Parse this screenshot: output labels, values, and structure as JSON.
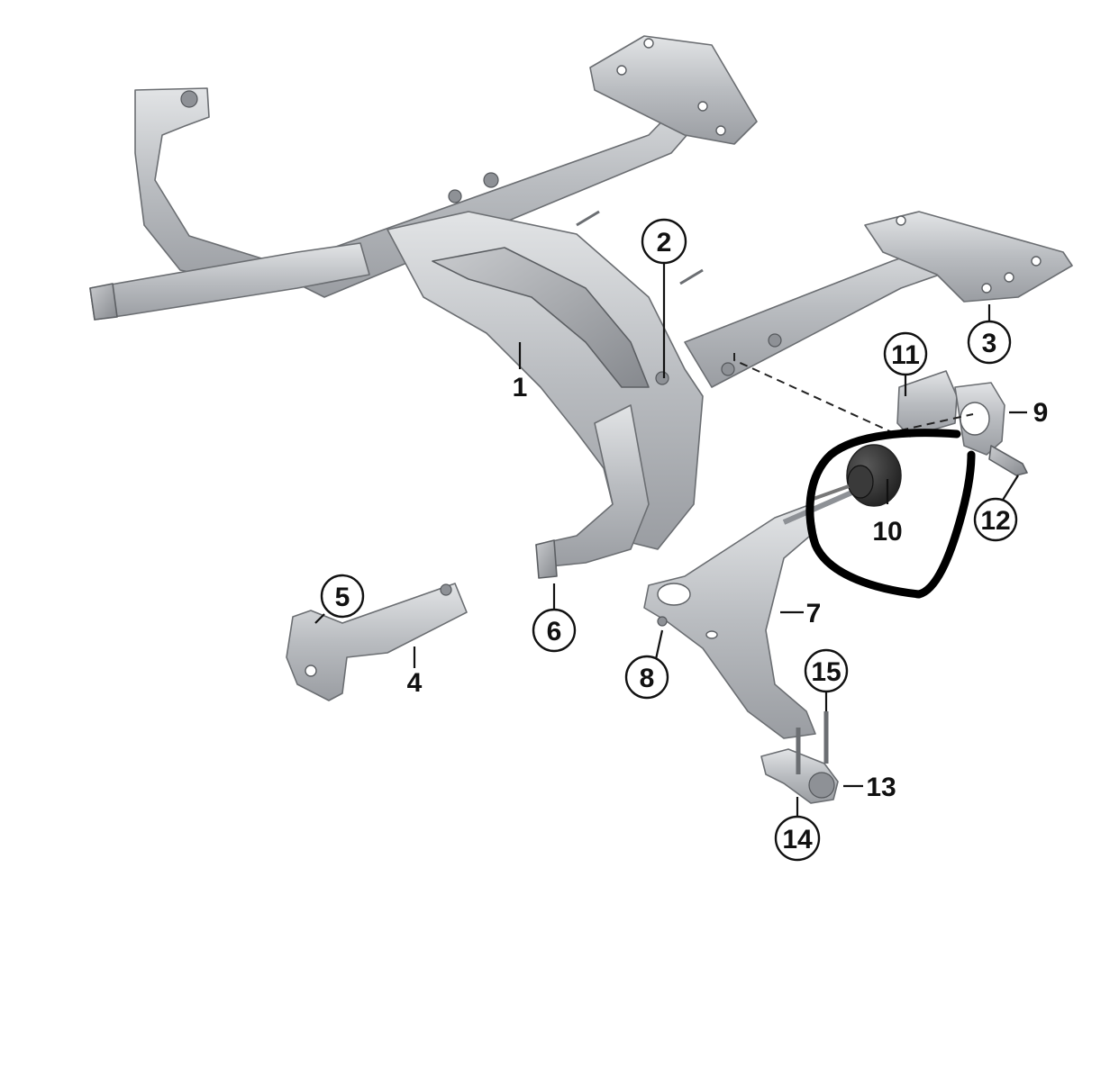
{
  "diagram": {
    "callouts": [
      {
        "id": "1",
        "label": "1",
        "circled": false
      },
      {
        "id": "2",
        "label": "2",
        "circled": true
      },
      {
        "id": "3",
        "label": "3",
        "circled": true
      },
      {
        "id": "4",
        "label": "4",
        "circled": false
      },
      {
        "id": "5",
        "label": "5",
        "circled": true
      },
      {
        "id": "6",
        "label": "6",
        "circled": true
      },
      {
        "id": "7",
        "label": "7",
        "circled": false
      },
      {
        "id": "8",
        "label": "8",
        "circled": true
      },
      {
        "id": "9",
        "label": "9",
        "circled": false
      },
      {
        "id": "10",
        "label": "10",
        "circled": false
      },
      {
        "id": "11",
        "label": "11",
        "circled": true
      },
      {
        "id": "12",
        "label": "12",
        "circled": true
      },
      {
        "id": "13",
        "label": "13",
        "circled": false
      },
      {
        "id": "14",
        "label": "14",
        "circled": true
      },
      {
        "id": "15",
        "label": "15",
        "circled": true
      }
    ],
    "highlight": {
      "target": "10",
      "color": "#000000"
    },
    "colors": {
      "metal": "#b9bcc0",
      "metal_dark": "#8f9297",
      "rubber": "#2a2a2a",
      "ink": "#111111"
    }
  }
}
